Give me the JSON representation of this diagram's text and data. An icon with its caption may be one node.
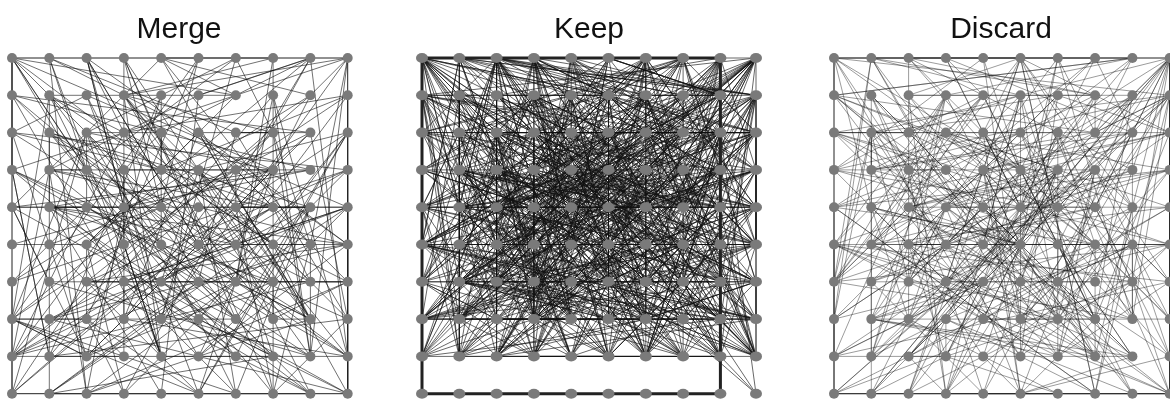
{
  "diagram": {
    "nodes": [
      {
        "text": [
          "Merge"
        ]
      },
      {
        "text": [
          "Keep"
        ]
      },
      {
        "text": [
          "Discard"
        ]
      }
    ]
  }
}
